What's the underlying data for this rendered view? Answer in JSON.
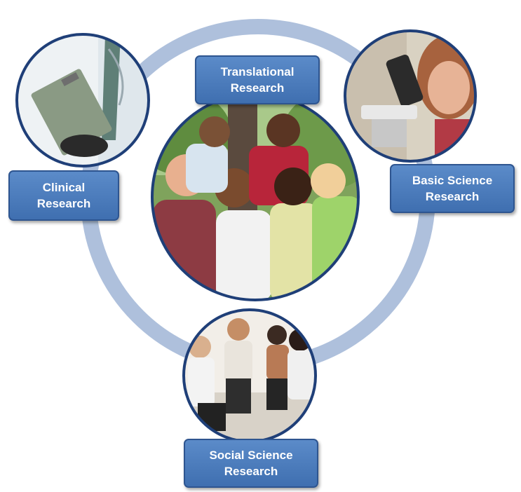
{
  "diagram": {
    "center": {
      "image": "group-of-diverse-students-photo"
    },
    "nodes": [
      {
        "id": "translational",
        "label_line1": "Translational",
        "label_line2": "Research",
        "image": null
      },
      {
        "id": "clinical",
        "label_line1": "Clinical",
        "label_line2": "Research",
        "image": "doctor-with-clipboard-photo"
      },
      {
        "id": "basic",
        "label_line1": "Basic Science",
        "label_line2": "Research",
        "image": "scientist-at-microscope-photo"
      },
      {
        "id": "social",
        "label_line1": "Social Science",
        "label_line2": "Research",
        "image": "group-discussion-circle-photo"
      }
    ],
    "colors": {
      "ring": "#aec0dc",
      "box_fill": "#4a7cc0",
      "box_border": "#2e5590",
      "photo_border": "#1f3f78",
      "label_text": "#ffffff"
    }
  }
}
